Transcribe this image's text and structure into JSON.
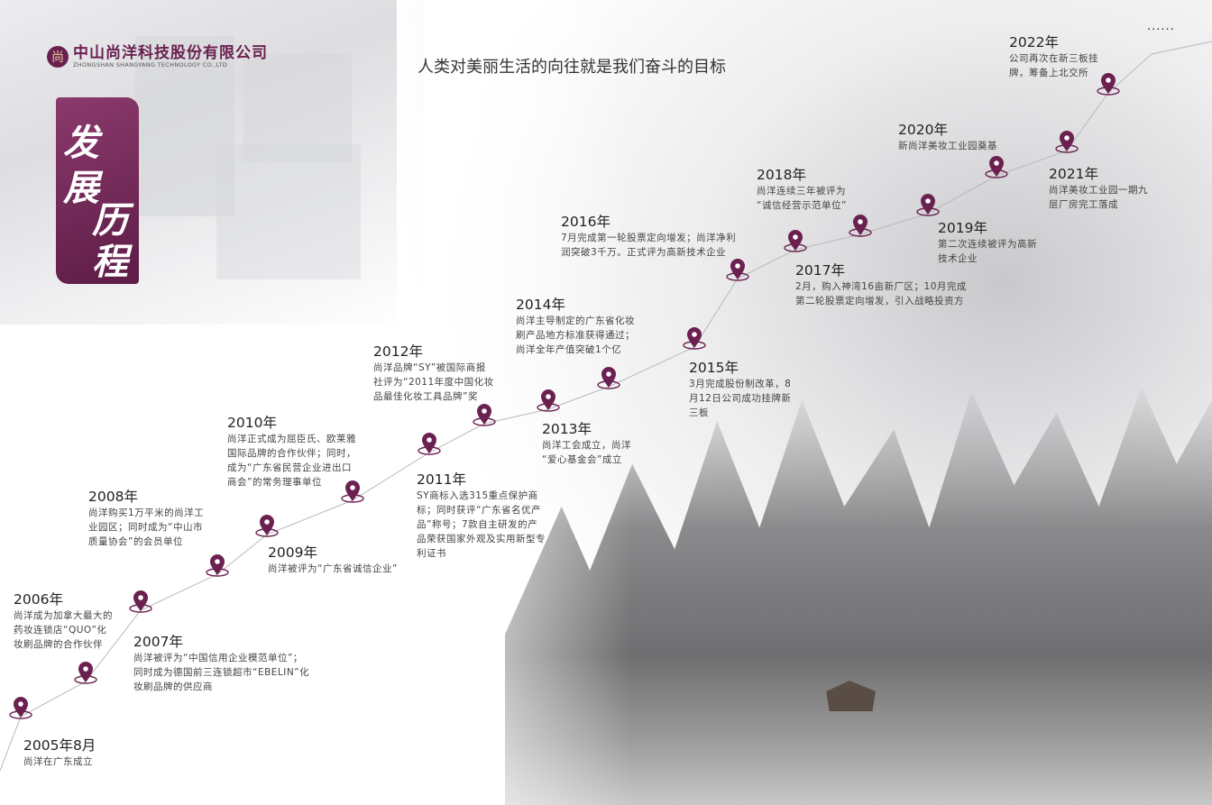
{
  "header": {
    "company_name_cn": "中山尚洋科技股份有限公司",
    "company_name_en": "ZHONGSHAN SHANGYANG TECHNOLOGY CO.,LTD",
    "logo_mark": "尚",
    "slogan": "人类对美丽生活的向往就是我们奋斗的目标",
    "section_title": [
      "发",
      "展",
      "历",
      "程"
    ],
    "continuation": "......"
  },
  "colors": {
    "accent": "#6b2150",
    "line": "#b9b9bc"
  },
  "timeline": [
    {
      "year": "2005年8月",
      "desc": "尚洋在广东成立"
    },
    {
      "year": "2006年",
      "desc": "尚洋成为加拿大最大的\n药妆连锁店“QUO”化\n妆刷品牌的合作伙伴"
    },
    {
      "year": "2007年",
      "desc": "尚洋被评为“中国信用企业模范单位”；\n同时成为德国前三连锁超市“EBELIN”化\n妆刷品牌的供应商"
    },
    {
      "year": "2008年",
      "desc": "尚洋购买1万平米的尚洋工\n业园区；同时成为“中山市\n质量协会”的会员单位"
    },
    {
      "year": "2009年",
      "desc": "尚洋被评为“广东省诚信企业”"
    },
    {
      "year": "2010年",
      "desc": "尚洋正式成为屈臣氏、欧莱雅\n国际品牌的合作伙伴；同时，\n成为“广东省民营企业进出口\n商会”的常务理事单位"
    },
    {
      "year": "2011年",
      "desc": "SY商标入选315重点保护商\n标；同时获评“广东省名优产\n品”称号；7款自主研发的产\n品荣获国家外观及实用新型专\n利证书"
    },
    {
      "year": "2012年",
      "desc": "尚洋品牌“SY”被国际商报\n社评为“2011年度中国化妆\n品最佳化妆工具品牌”奖"
    },
    {
      "year": "2013年",
      "desc": "尚洋工会成立，尚洋\n“爱心基金会”成立"
    },
    {
      "year": "2014年",
      "desc": "尚洋主导制定的广东省化妆\n刷产品地方标准获得通过；\n尚洋全年产值突破1个亿"
    },
    {
      "year": "2015年",
      "desc": "3月完成股份制改革，8\n月12日公司成功挂牌新\n三板"
    },
    {
      "year": "2016年",
      "desc": "7月完成第一轮股票定向增发；尚洋净利\n润突破3千万。正式评为高新技术企业"
    },
    {
      "year": "2017年",
      "desc": "2月，购入神湾16亩新厂区；10月完成\n第二轮股票定向增发，引入战略投资方"
    },
    {
      "year": "2018年",
      "desc": "尚洋连续三年被评为\n“诚信经营示范单位”"
    },
    {
      "year": "2019年",
      "desc": "第二次连续被评为高新\n技术企业"
    },
    {
      "year": "2020年",
      "desc": "新尚洋美妆工业园奠基"
    },
    {
      "year": "2021年",
      "desc": "尚洋美妆工业园一期九\n层厂房完工落成"
    },
    {
      "year": "2022年",
      "desc": "公司再次在新三板挂\n牌，筹备上北交所"
    }
  ]
}
